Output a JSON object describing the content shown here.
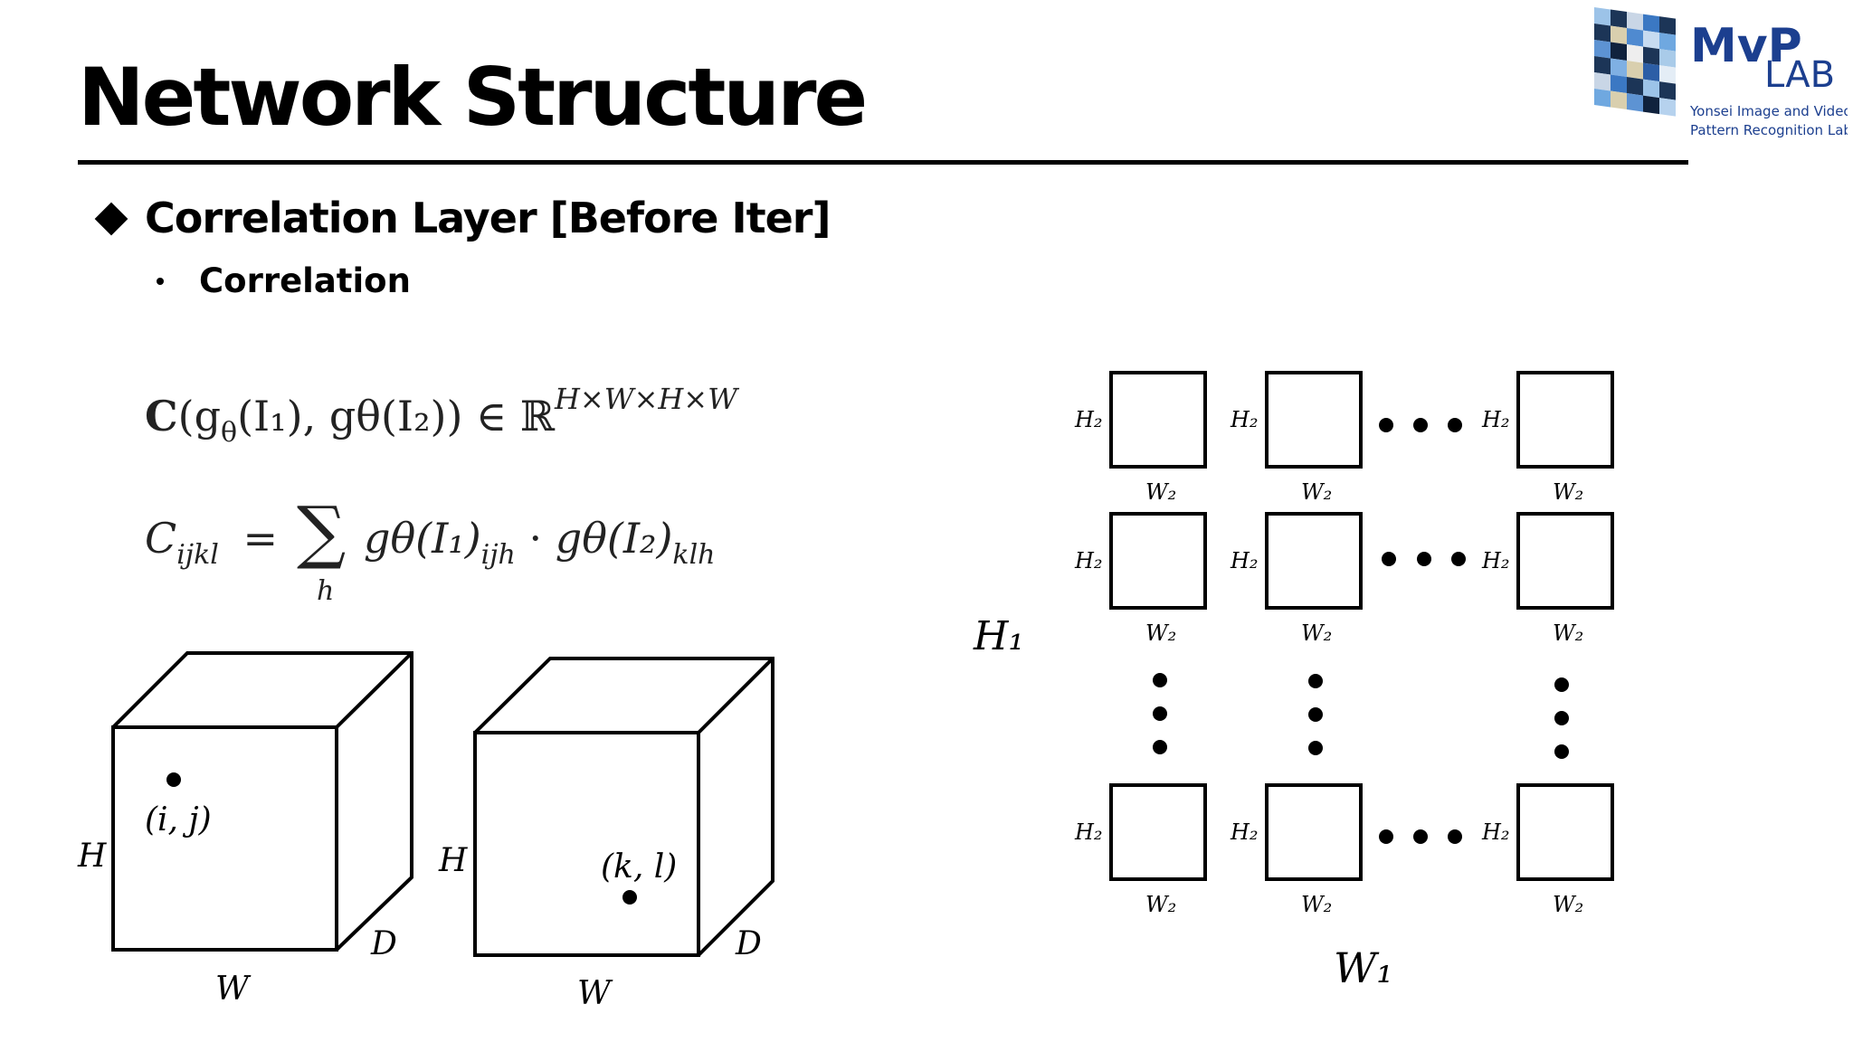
{
  "slide": {
    "title": "Network Structure",
    "section_heading": "Correlation Layer [Before Iter]",
    "bullet": "Correlation"
  },
  "logo": {
    "name_top": "MvP",
    "name_lab": "LAB",
    "line1": "Yonsei Image and Video",
    "line2": "Pattern Recognition Lab",
    "accent_color": "#1c3f8f"
  },
  "equations": {
    "eq1": {
      "prefix_bold": "C",
      "body": "(g",
      "theta": "θ",
      "rest": "(I₁), gθ(I₂)) ∈ ℝ",
      "superscript": "H×W×H×W"
    },
    "eq2": {
      "lhs": "C",
      "lhs_sub": "ijkl",
      "equals": "=",
      "sum_index": "h",
      "rhs": "gθ(I₁)",
      "rhs_sub1": "ijh",
      "dot": "·",
      "rhs2": "gθ(I₂)",
      "rhs_sub2": "klh"
    }
  },
  "cubes": {
    "left": {
      "height_label": "H",
      "width_label": "W",
      "depth_label": "D",
      "point_label": "(i, j)"
    },
    "right": {
      "height_label": "H",
      "width_label": "W",
      "depth_label": "D",
      "point_label": "(k, l)"
    }
  },
  "grid": {
    "outer_height_label": "H₁",
    "outer_width_label": "W₁",
    "cell_height_label": "H₂",
    "cell_width_label": "W₂"
  }
}
